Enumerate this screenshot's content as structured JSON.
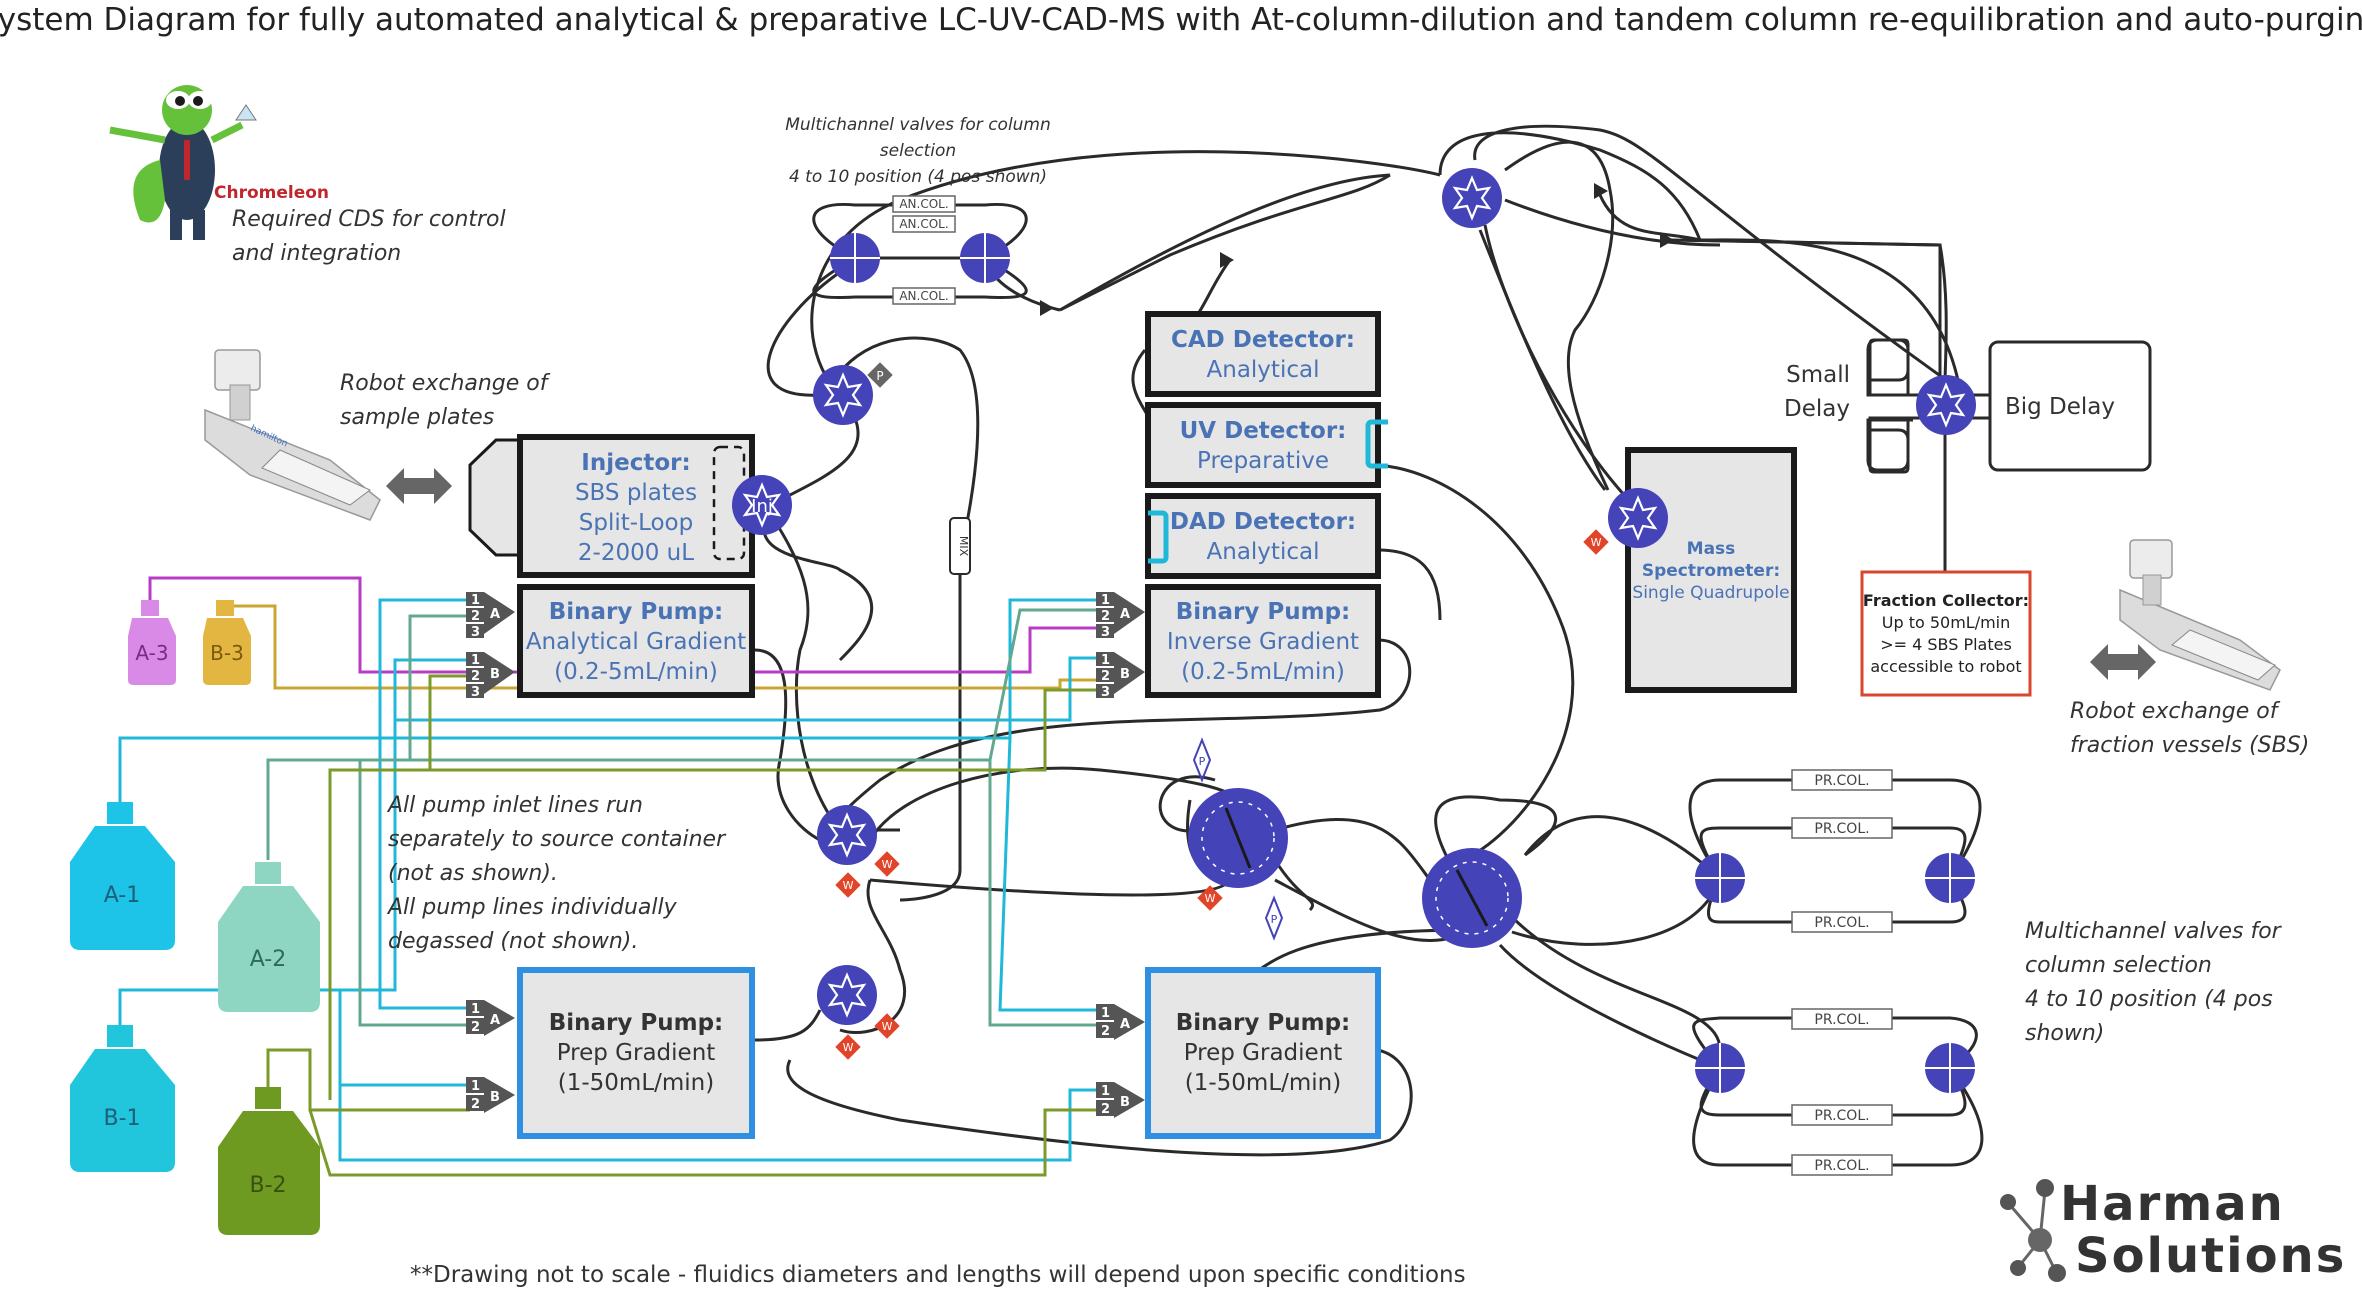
{
  "title": "System Diagram for fully automated analytical & preparative LC-UV-CAD-MS with At-column-dilution and tandem column re-equilibration and auto-purging",
  "chromeleon": {
    "logo_text": "Chromeleon",
    "note_line1": "Required CDS for control",
    "note_line2": "and integration"
  },
  "robot_sample": {
    "line1": "Robot exchange of",
    "line2": "sample plates"
  },
  "robot_fraction": {
    "line1": "Robot exchange of",
    "line2": "fraction vessels (SBS)"
  },
  "an_valves": {
    "note_line1": "Multichannel valves for column",
    "note_line2": "selection",
    "note_line3": "4 to 10 position (4 pos shown)",
    "column_label": "AN.COL."
  },
  "pr_valves": {
    "note_line1": "Multichannel valves for",
    "note_line2": "column selection",
    "note_line3": "4 to 10 position (4 pos",
    "note_line4": "shown)",
    "column_label": "PR.COL."
  },
  "injector": {
    "title": "Injector:",
    "line1": "SBS plates",
    "line2": "Split-Loop",
    "line3": "2-2000 uL",
    "valve_label": "Inj"
  },
  "pump_analytical": {
    "title": "Binary Pump:",
    "line1": "Analytical Gradient",
    "line2": "(0.2-5mL/min)"
  },
  "pump_inverse": {
    "title": "Binary Pump:",
    "line1": "Inverse Gradient",
    "line2": "(0.2-5mL/min)"
  },
  "pump_prep_left": {
    "title": "Binary Pump:",
    "line1": "Prep Gradient",
    "line2": "(1-50mL/min)"
  },
  "pump_prep_right": {
    "title": "Binary Pump:",
    "line1": "Prep Gradient",
    "line2": "(1-50mL/min)"
  },
  "cad": {
    "title": "CAD Detector:",
    "line1": "Analytical"
  },
  "uv": {
    "title": "UV Detector:",
    "line1": "Preparative"
  },
  "dad": {
    "title": "DAD Detector:",
    "line1": "Analytical"
  },
  "ms": {
    "line1": "Mass",
    "line2": "Spectrometer:",
    "line3": "Single Quadrupole"
  },
  "fraction_collector": {
    "title": "Fraction Collector:",
    "line1": "Up to 50mL/min",
    "line2": ">= 4 SBS Plates",
    "line3": "accessible to robot"
  },
  "delay": {
    "small_line1": "Small",
    "small_line2": "Delay",
    "big": "Big Delay"
  },
  "mixer_label": "MIX",
  "port_labels": {
    "w": "W",
    "p": "P",
    "a": "A",
    "b": "B",
    "n1": "1",
    "n2": "2",
    "n3": "3"
  },
  "bottles": {
    "a1": "A-1",
    "a2": "A-2",
    "a3": "A-3",
    "b1": "B-1",
    "b2": "B-2",
    "b3": "B-3"
  },
  "pump_note": {
    "line1": "All pump inlet lines run",
    "line2": "separately to source container",
    "line3": "(not as shown).",
    "line4": "All pump lines individually",
    "line5": "degassed (not shown)."
  },
  "footnote": "**Drawing not to scale - fluidics diameters and lengths will depend upon specific conditions",
  "company": {
    "line1": "Harman",
    "line2": "Solutions"
  },
  "colors": {
    "valve": "#4443b8",
    "box_fill": "#e6e6e6",
    "box_border": "#1a1a1a",
    "prep_border": "#2f8fe0",
    "box_text": "#4a73b5",
    "fraction_border": "#d9452f",
    "waste": "#e0452a",
    "line_a1": "#1fb8d8",
    "line_b1": "#1fb8d8",
    "line_a2": "#62a88e",
    "line_b2": "#7a9a2a",
    "line_a3": "#b83bc6",
    "line_b3": "#c9a630",
    "bottle_a1": "#1ec4e8",
    "bottle_b1": "#22c6dc",
    "bottle_a2": "#8fd6c2",
    "bottle_b2": "#6e9a22",
    "bottle_a3": "#d98ae6",
    "bottle_b3": "#e2b640"
  }
}
